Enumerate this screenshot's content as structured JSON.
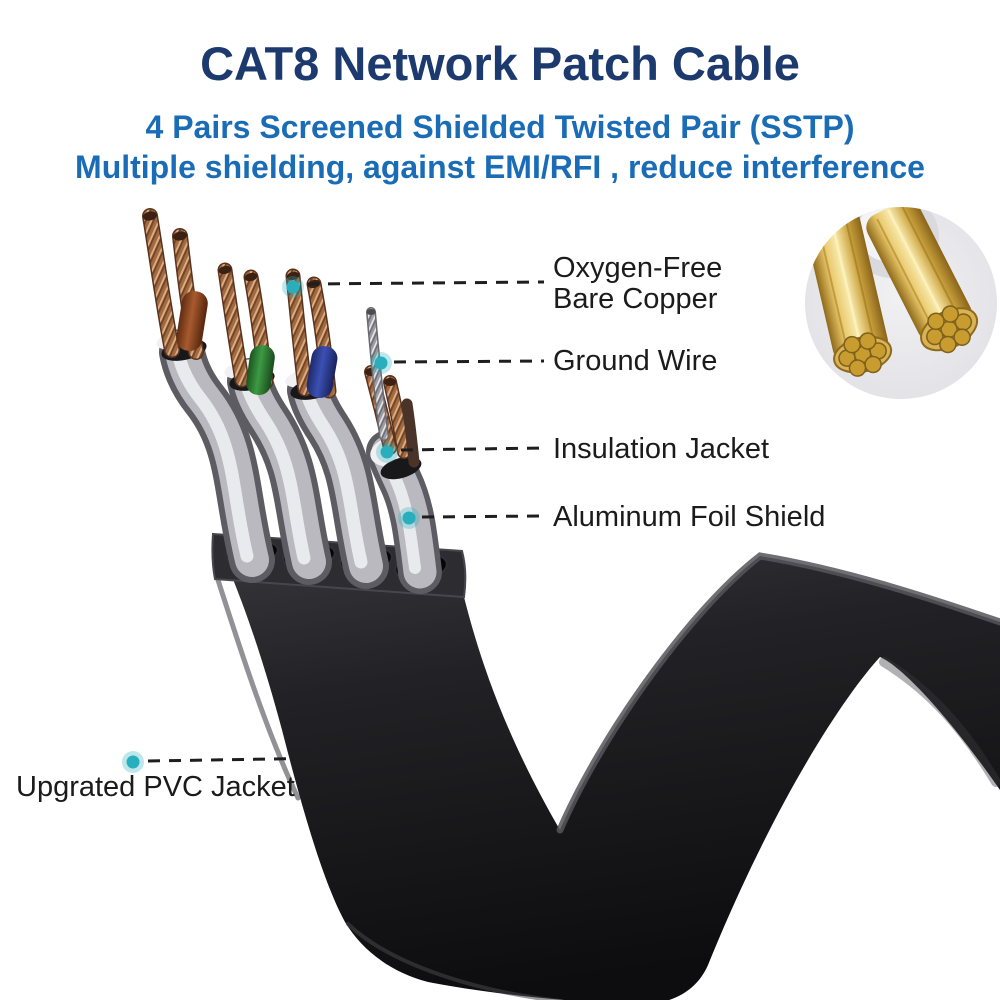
{
  "header": {
    "title": "CAT8 Network Patch Cable",
    "subtitle1": "4 Pairs Screened Shielded Twisted Pair (SSTP)",
    "subtitle2": "Multiple shielding, against EMI/RFI , reduce interference"
  },
  "callouts": [
    {
      "label": "Oxygen-Free Bare Copper",
      "line1": "Oxygen-Free",
      "line2": "Bare Copper"
    },
    {
      "label": "Ground Wire"
    },
    {
      "label": "Insulation Jacket"
    },
    {
      "label": "Aluminum Foil Shield"
    },
    {
      "label": "Upgrated PVC Jacket"
    }
  ],
  "illustration": {
    "subject": "flat CAT8 cable with 4 shielded twisted pairs exposed",
    "inset": "close-up of two 7-strand oxygen-free bare copper conductors",
    "pair_sleeve_colors": [
      "brown",
      "green",
      "blue",
      "bare-ground"
    ]
  },
  "colors": {
    "background": "#ffffff",
    "title_navy": "#1c3a6d",
    "subtitle_blue": "#1a6cb6",
    "label_black": "#1b1b1b",
    "accent_teal": "#28aebc",
    "cable_black": "#151518",
    "foil_silver": "#c6c6cc",
    "copper": "#a06a42",
    "gold_copper": "#e0b85a",
    "sleeve_brown": "#8a4a2a",
    "sleeve_green": "#2f7d35",
    "sleeve_blue": "#2c3e95"
  }
}
